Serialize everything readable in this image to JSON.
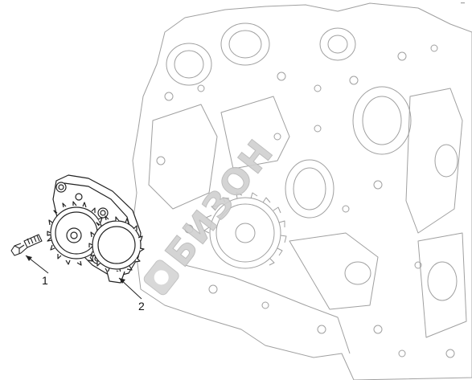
{
  "callouts": {
    "part_1": "1",
    "part_2": "2"
  },
  "watermark": {
    "text": "БИЗОН",
    "color": "#cfcfcf"
  },
  "corner_mark": "–",
  "colors": {
    "background": "#ffffff",
    "engine_line": "#9a9a9a",
    "part_line": "#222222"
  }
}
